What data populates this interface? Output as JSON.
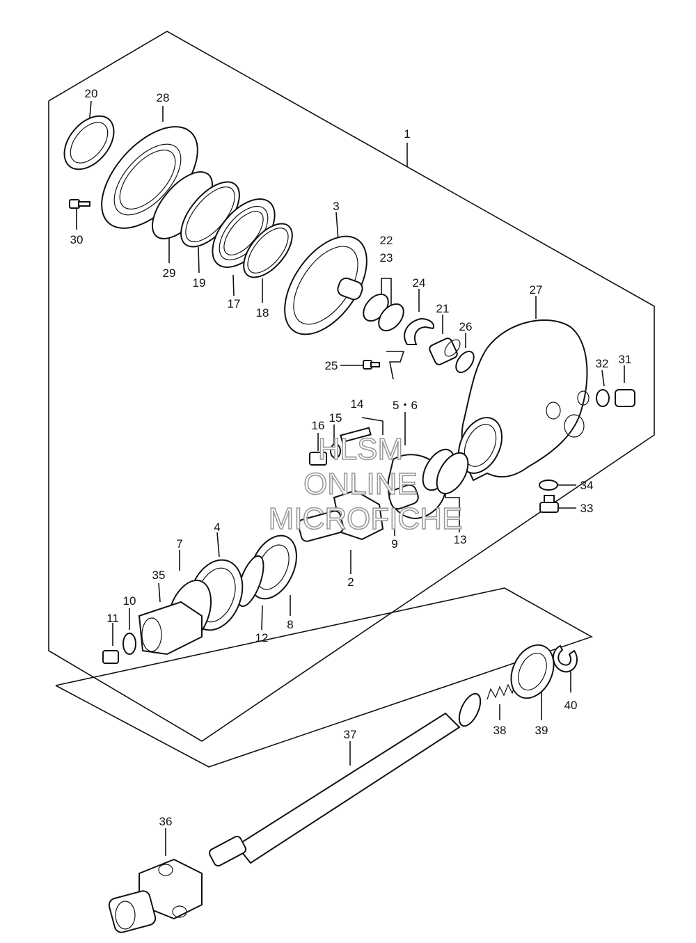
{
  "labels": {
    "p1": "1",
    "p2": "2",
    "p3": "3",
    "p4": "4",
    "p5_6": "5・6",
    "p7": "7",
    "p8": "8",
    "p9": "9",
    "p10": "10",
    "p11": "11",
    "p12": "12",
    "p13": "13",
    "p14": "14",
    "p15": "15",
    "p16": "16",
    "p17": "17",
    "p18": "18",
    "p19": "19",
    "p20": "20",
    "p21": "21",
    "p22": "22",
    "p23": "23",
    "p24": "24",
    "p25": "25",
    "p26": "26",
    "p27": "27",
    "p28": "28",
    "p29": "29",
    "p30": "30",
    "p31": "31",
    "p32": "32",
    "p33": "33",
    "p34": "34",
    "p35": "35",
    "p36": "36",
    "p37": "37",
    "p38": "38",
    "p39": "39",
    "p40": "40"
  },
  "watermark": {
    "line1": "HLSM",
    "line2": "ONLINE",
    "line3": "MICROFICHE"
  }
}
